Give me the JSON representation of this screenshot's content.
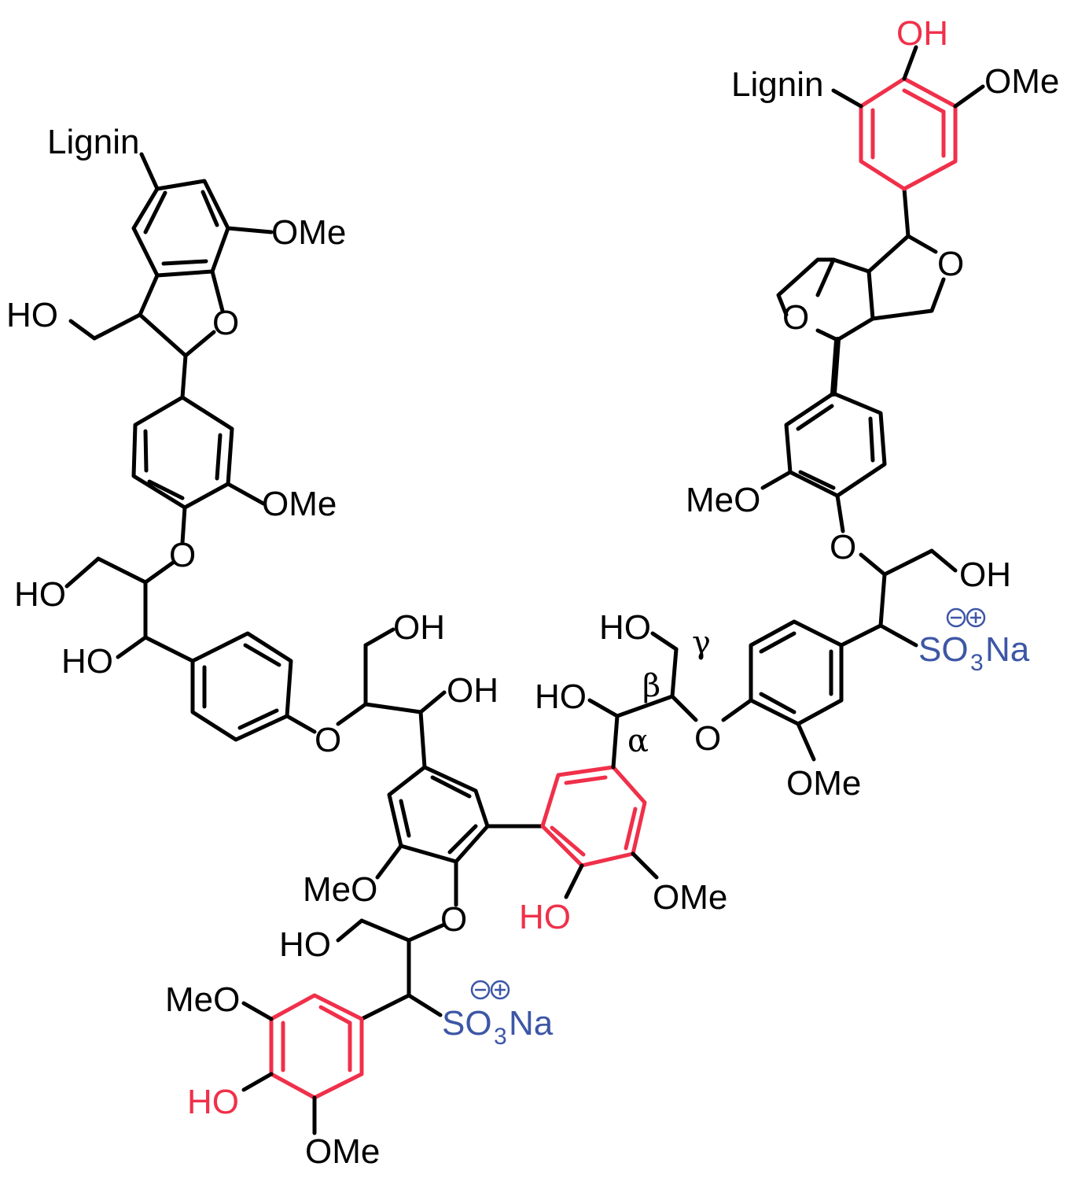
{
  "colors": {
    "bond": "#000000",
    "highlight": "#f0304a",
    "sulfonate": "#3d56a6",
    "background": "#ffffff"
  },
  "labels": {
    "lignin_top_left": "Lignin",
    "ome_top_left": "OMe",
    "ho_dihydrofuran": "HO",
    "o_dihydrofuran": "O",
    "ome_ring2": "OMe",
    "o_ether1": "O",
    "ho_chain1_gamma": "HO",
    "ho_chain1_alpha": "HO",
    "o_ether2": "O",
    "oh_chain2_gamma": "OH",
    "oh_chain2_alpha": "OH",
    "meo_central": "MeO",
    "o_ether3": "O",
    "ho_chain3_gamma": "HO",
    "meo_bottom": "MeO",
    "ho_bottom": "HO",
    "ome_bottom": "OMe",
    "so3na_bottom": {
      "a": "SO",
      "b": "3",
      "c": "Na"
    },
    "ho_red_center": "HO",
    "ome_red_center": "OMe",
    "ho_alpha_center": "HO",
    "ho_gamma_center": "HO",
    "alpha": "α",
    "beta": "β",
    "gamma": "γ",
    "o_ether4": "O",
    "ome_right_ring": "OMe",
    "so3na_right": {
      "a": "SO",
      "b": "3",
      "c": "Na"
    },
    "oh_right_chain": "OH",
    "o_ether5": "O",
    "meo_right": "MeO",
    "o_furan_lower": "O",
    "o_furan_upper": "O",
    "lignin_top_right": "Lignin",
    "oh_top_right": "OH",
    "ome_top_right": "OMe"
  }
}
